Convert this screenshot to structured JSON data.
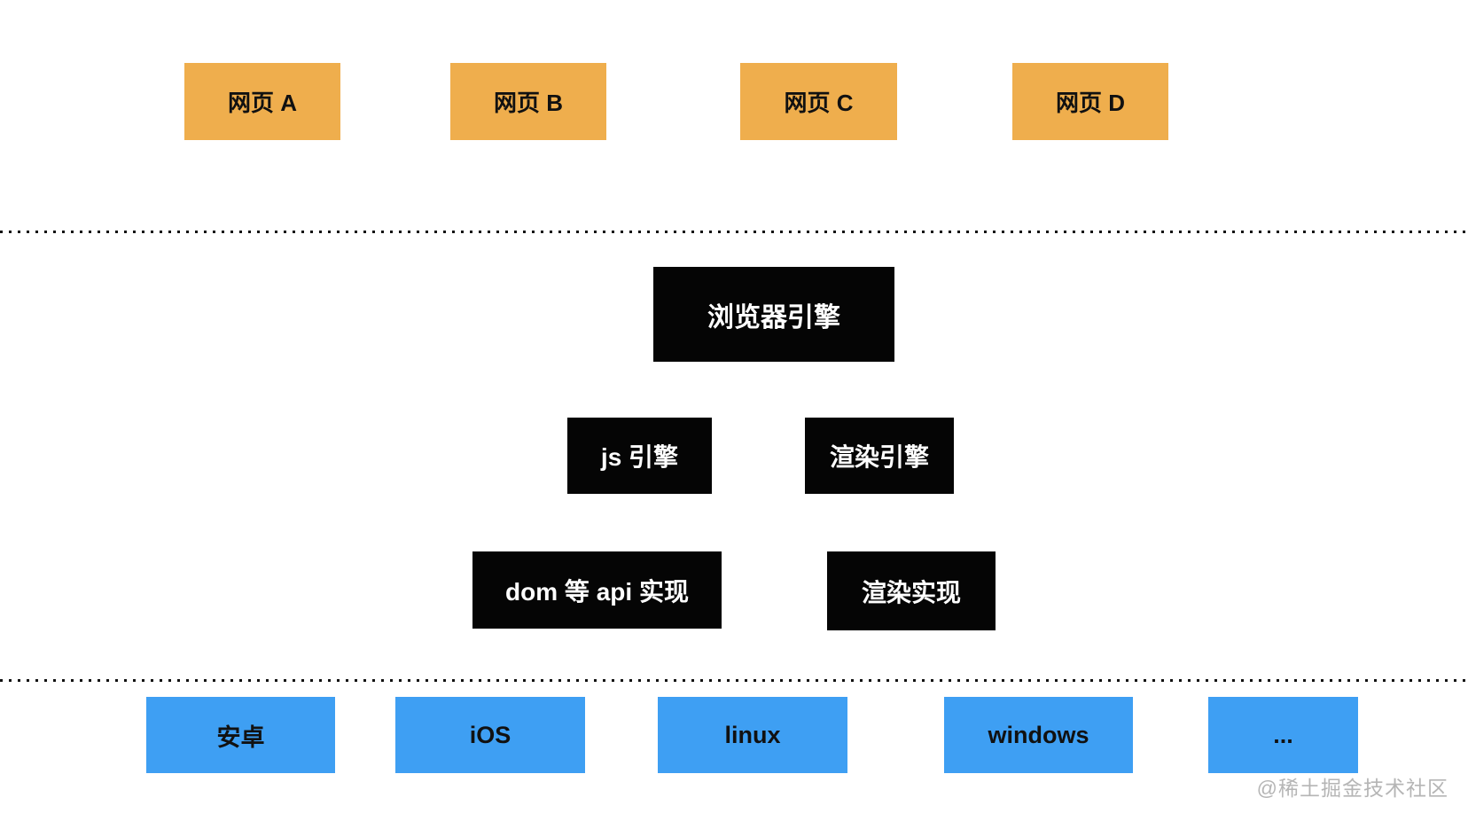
{
  "diagram": {
    "webpages": [
      {
        "label": "网页 A"
      },
      {
        "label": "网页 B"
      },
      {
        "label": "网页 C"
      },
      {
        "label": "网页 D"
      }
    ],
    "browser_engine": {
      "label": "浏览器引擎"
    },
    "engines": [
      {
        "label": "js 引擎"
      },
      {
        "label": "渲染引擎"
      }
    ],
    "implementations": [
      {
        "label": "dom 等 api 实现"
      },
      {
        "label": "渲染实现"
      }
    ],
    "platforms": [
      {
        "label": "安卓"
      },
      {
        "label": "iOS"
      },
      {
        "label": "linux"
      },
      {
        "label": "windows"
      },
      {
        "label": "..."
      }
    ],
    "watermark": "@稀土掘金技术社区",
    "colors": {
      "background": "#FFFFFF",
      "webpage_box": "#EFAE4D",
      "engine_box": "#050505",
      "platform_box": "#3E9FF3",
      "divider": "#111111",
      "text_on_dark": "#FFFFFF",
      "text_on_color": "#111111",
      "watermark_text": "#B5B5B5"
    }
  }
}
